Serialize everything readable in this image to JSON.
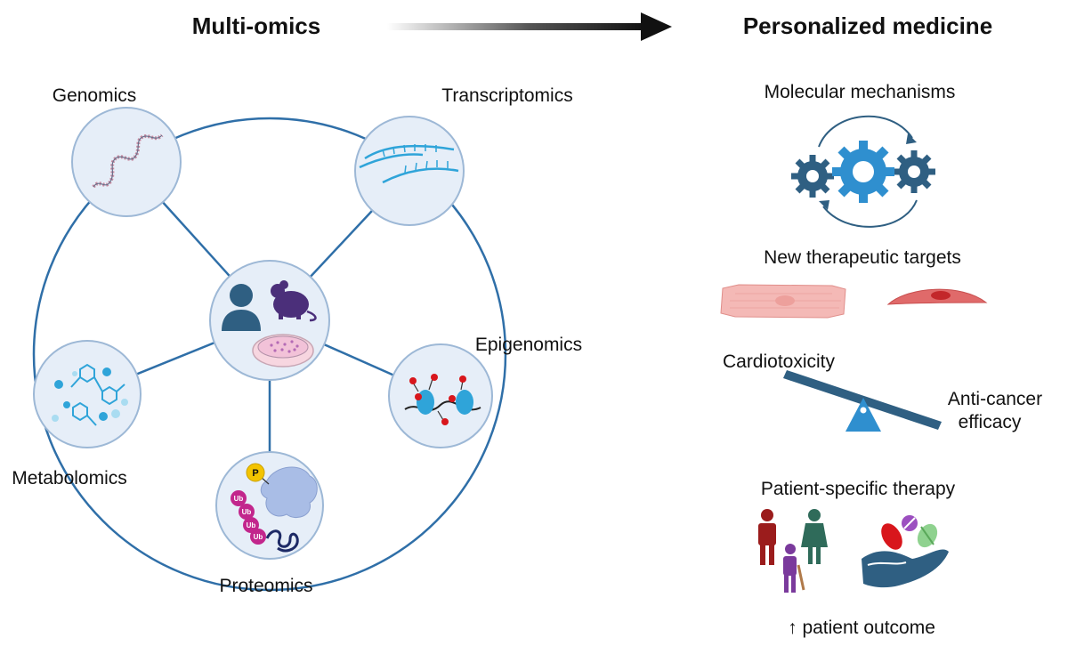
{
  "headers": {
    "left": "Multi-omics",
    "right": "Personalized medicine"
  },
  "omics": {
    "genomics": "Genomics",
    "transcriptomics": "Transcriptomics",
    "epigenomics": "Epigenomics",
    "metabolomics": "Metabolomics",
    "proteomics": "Proteomics"
  },
  "protein_marks": {
    "phospho": "P",
    "ubiquitin": "Ub"
  },
  "medicine": {
    "mechanisms": "Molecular mechanisms",
    "targets": "New therapeutic targets",
    "cardiotoxicity": "Cardiotoxicity",
    "efficacy_line1": "Anti-cancer",
    "efficacy_line2": "efficacy",
    "therapy": "Patient-specific therapy",
    "outcome": "↑ patient outcome"
  },
  "colors": {
    "ring": "#2f6fa8",
    "node_fill": "#e6eef8",
    "node_stroke": "#9db8d6",
    "gear_dark": "#2f5f82",
    "gear_light": "#2f8fcf",
    "cyan": "#2fa4d9",
    "red_dot": "#d8161c",
    "pink_cell": "#f4b9b6",
    "seesaw": "#2f5f82",
    "ub_magenta": "#c2268c",
    "phospho_yellow": "#f3c300",
    "protein_blue": "#a9bde6",
    "mouse_purple": "#4b2f7a",
    "person_blue": "#2f5f82"
  }
}
